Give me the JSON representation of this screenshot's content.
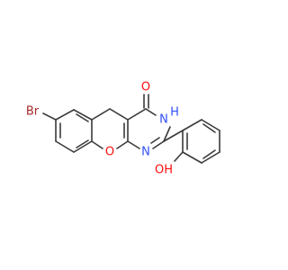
{
  "colors": {
    "bond": "#3a3a3a",
    "bromine": "#a52a2a",
    "oxygen": "#ff0d0d",
    "nitrogen": "#3050f8"
  },
  "atoms": {
    "br": "Br",
    "o_ring": "O",
    "o_carbonyl": "O",
    "n_imine": "N",
    "n_h": "N",
    "h_nh": "H",
    "oh": "OH"
  }
}
